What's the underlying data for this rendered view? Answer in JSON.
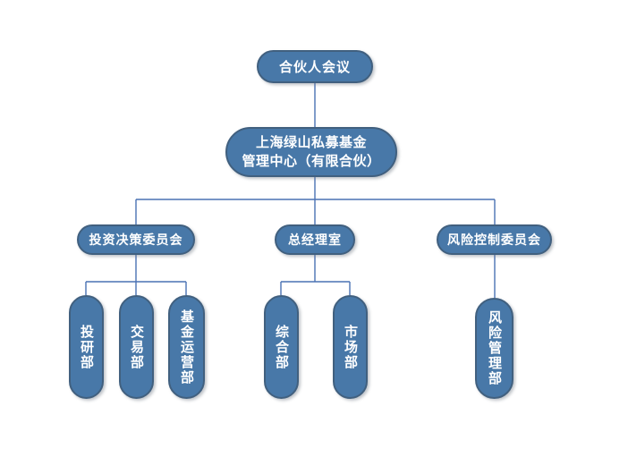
{
  "colors": {
    "node_fill": "#4878a8",
    "node_border": "#41607f",
    "connector": "#4a72b4",
    "text": "#ffffff",
    "background": "#ffffff"
  },
  "diagram": {
    "type": "org-chart",
    "level1": {
      "partners_meeting": "合伙人会议"
    },
    "level2": {
      "management_center_line1": "上海绿山私募基金",
      "management_center_line2": "管理中心（有限合伙）"
    },
    "level3": {
      "investment_committee": "投资决策委员会",
      "gm_office": "总经理室",
      "risk_control_committee": "风险控制委员会"
    },
    "level4": {
      "research_dept": "投研部",
      "trading_dept": "交易部",
      "fund_operations_dept": "基金运营部",
      "general_affairs_dept": "综合部",
      "market_dept": "市场部",
      "risk_management_dept": "风险管理部"
    }
  }
}
